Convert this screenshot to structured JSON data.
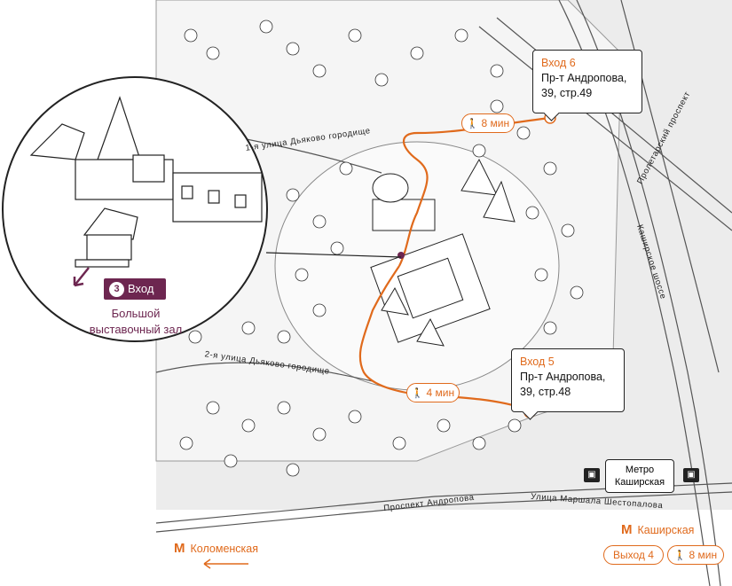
{
  "streets": {
    "dyakovo_1": "1-я улица Дьяково городище",
    "dyakovo_2": "2-я улица Дьяково городище",
    "proletarsky": "Пролетарский проспект",
    "kashirskoe": "Каширское шоссе",
    "andropova": "Проспект Андропова",
    "shestopalova": "Улица Маршала Шестопалова"
  },
  "entrances": {
    "entrance_6": {
      "title": "Вход 6",
      "address_line1": "Пр-т Андропова,",
      "address_line2": "39, стр.49"
    },
    "entrance_5": {
      "title": "Вход 5",
      "address_line1": "Пр-т Андропова,",
      "address_line2": "39, стр.48"
    },
    "entrance_3": {
      "number": "3",
      "label": "Вход",
      "hall_line1": "Большой",
      "hall_line2": "выставочный зал"
    }
  },
  "walk_times": {
    "to_entrance_6": "8 мин",
    "to_entrance_5": "4 мин",
    "from_exit_4": "8 мин"
  },
  "metro": {
    "kashirskaya_box_line1": "Метро",
    "kashirskaya_box_line2": "Каширская",
    "kashirskaya": "Каширская",
    "kolomenskaya": "Коломенская",
    "exit_label": "Выход 4",
    "metro_symbol": "М"
  },
  "icons": {
    "walk": "walking-person-icon",
    "bus": "bus-stop-icon",
    "metro": "metro-icon"
  },
  "colors": {
    "route": "#e06a1c",
    "entrance_accent": "#6d2650",
    "line": "#222222",
    "park": "#f2f2f2"
  }
}
